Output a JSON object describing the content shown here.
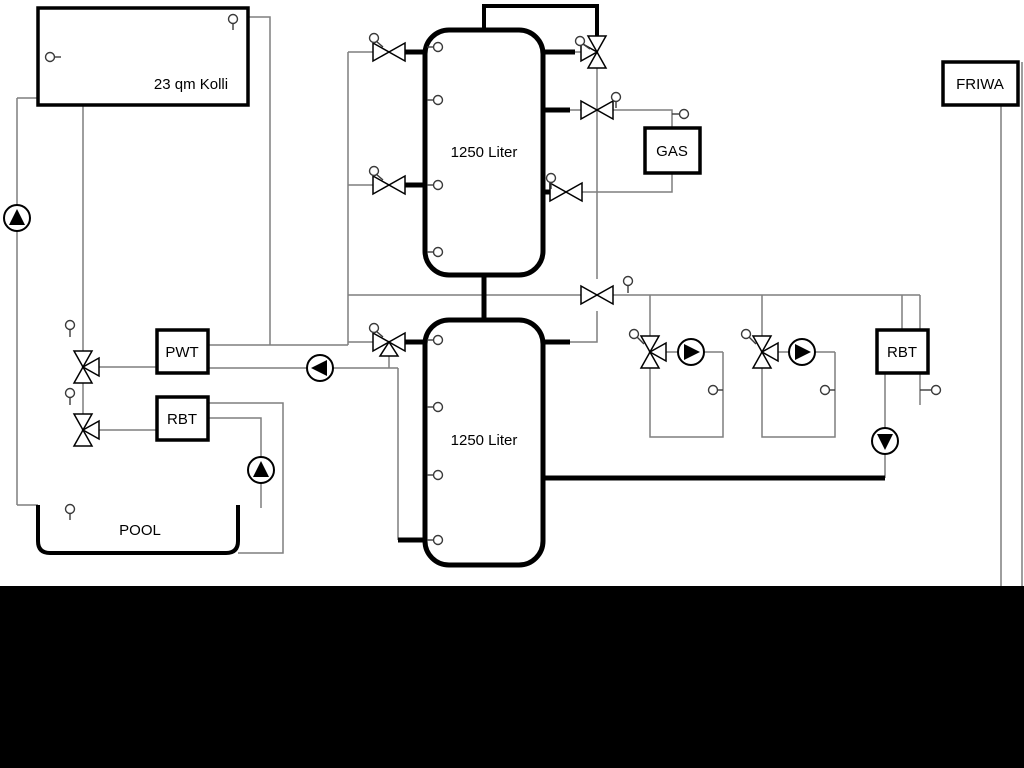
{
  "labels": {
    "collector": "23 qm Kolli",
    "tank1": "1250 Liter",
    "tank2": "1250 Liter",
    "gas": "GAS",
    "friwa": "FRIWA",
    "pwt": "PWT",
    "rbt_left": "RBT",
    "rbt_right": "RBT",
    "pool": "POOL"
  },
  "icons": {
    "pump": "circle with solid triangle showing flow direction",
    "valve": "bowtie of two hollow triangles",
    "three_way_valve": "bowtie with third hollow triangle branch",
    "sensor": "small circle on a short stem"
  },
  "colors": {
    "pipe_thin": "#7f7f7f",
    "pipe_thick": "#000000",
    "background": "#ffffff",
    "bottom_mask": "#000000"
  }
}
